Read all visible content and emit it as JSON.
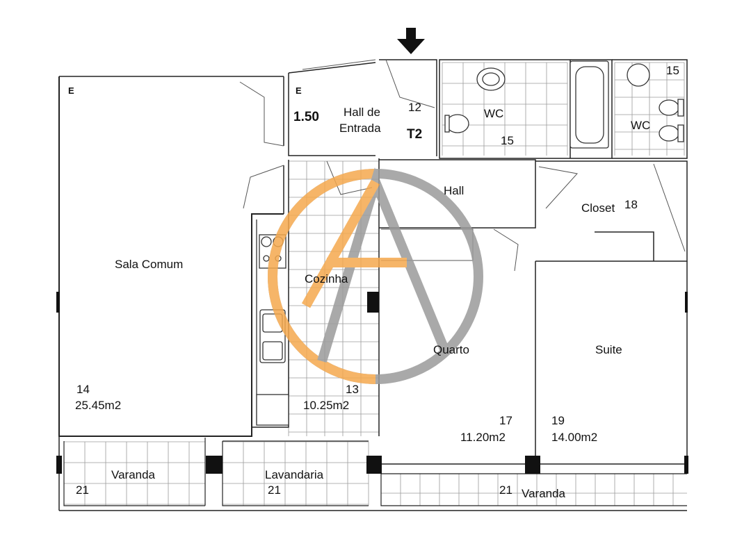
{
  "plan": {
    "entrance_icon": "arrow-down-icon",
    "typology": "T2",
    "entrance_width": "1.50",
    "electric_marker": "E",
    "watermark_icon": "circle-a-logo",
    "watermark_colors": {
      "orange": "#f5a94e",
      "gray": "#9b9b9b"
    },
    "rooms": {
      "hall_entrada": {
        "name_line1": "Hall de",
        "name_line2": "Entrada",
        "number": "12"
      },
      "wc_main": {
        "name": "WC",
        "number": "15"
      },
      "wc_suite": {
        "name": "WC",
        "number": "15"
      },
      "hall": {
        "name": "Hall"
      },
      "closet": {
        "name": "Closet",
        "number": "18"
      },
      "sala": {
        "name": "Sala Comum",
        "number": "14",
        "area": "25.45m2"
      },
      "cozinha": {
        "name": "Cozinha",
        "number": "13",
        "area": "10.25m2"
      },
      "quarto": {
        "name": "Quarto",
        "number": "17",
        "area": "11.20m2"
      },
      "suite": {
        "name": "Suite",
        "number": "19",
        "area": "14.00m2"
      },
      "varanda_left": {
        "name": "Varanda",
        "number": "21"
      },
      "lavandaria": {
        "name": "Lavandaria",
        "number": "21"
      },
      "varanda_right": {
        "name": "Varanda",
        "number": "21"
      }
    }
  }
}
